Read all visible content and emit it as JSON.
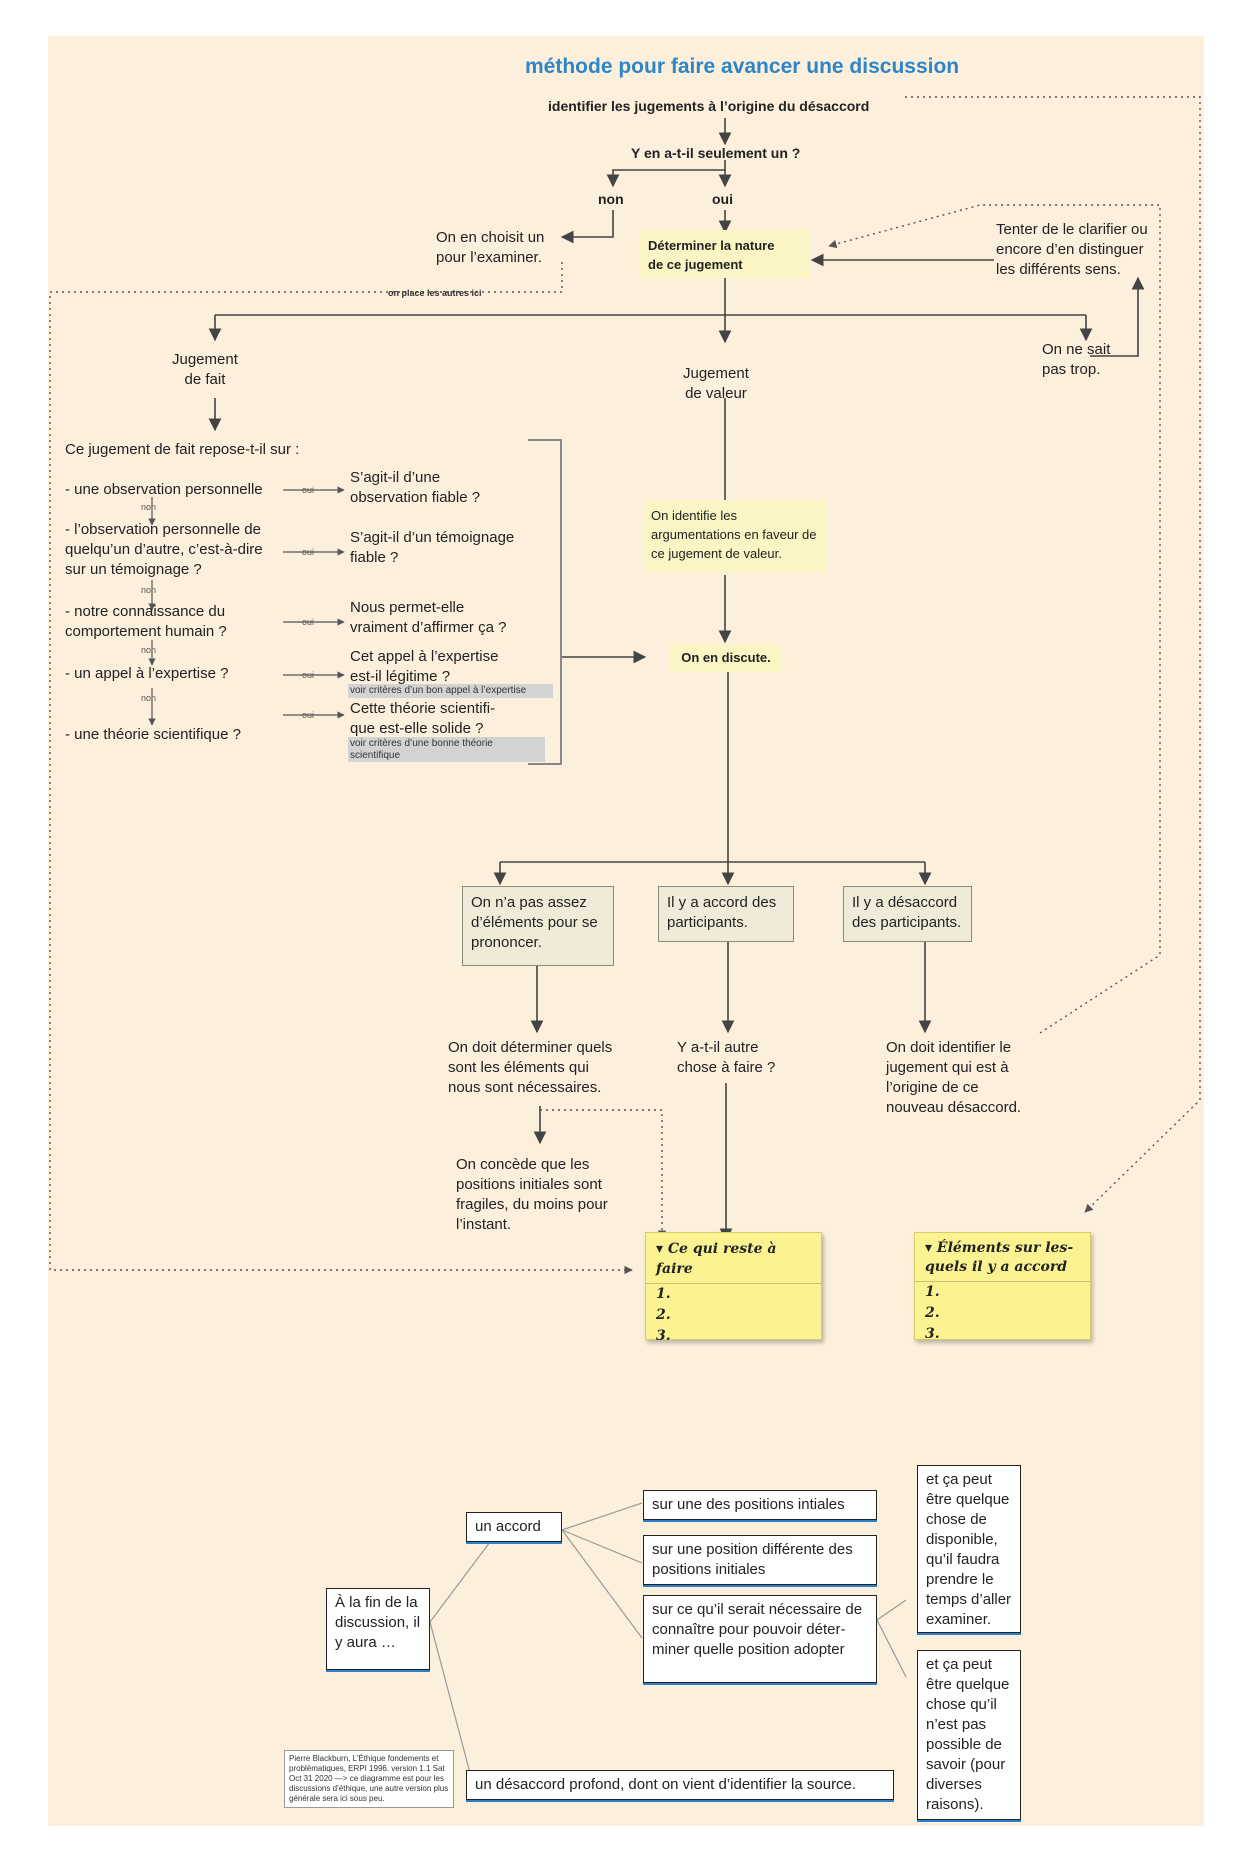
{
  "title": "méthode pour faire avancer une discussion",
  "step1": "identifier les jugements à l’origine du désaccord",
  "q_only_one": "Y en a-t-il seulement un ?",
  "non": "non",
  "oui": "oui",
  "choose_one": [
    "On en choisit un",
    "pour l’examiner."
  ],
  "place_others": "on place les autres ici",
  "determine_nature": [
    "Déterminer la nature",
    "de ce jugement"
  ],
  "clarify": [
    "Tenter de le clarifier ou",
    "encore d’en distinguer",
    "les différents sens."
  ],
  "not_sure": [
    "On ne sait",
    "pas trop."
  ],
  "fact_judgment": [
    "Jugement",
    "de  fait"
  ],
  "value_judgment": [
    "Jugement",
    "de valeur"
  ],
  "fact_question": "Ce jugement de fait repose-t-il sur :",
  "fact_items": [
    [
      "- une observation personnelle"
    ],
    [
      "- l’observation personnelle de",
      "quelqu’un d’autre, c’est-à-dire",
      "sur un témoignage ?"
    ],
    [
      "- notre connaissance du",
      "comportement humain ?"
    ],
    [
      "- un appel à l’expertise ?"
    ],
    [
      "- une théorie scientifique ?"
    ]
  ],
  "fact_checks": [
    [
      "S’agit-il d’une",
      "observation fiable ?"
    ],
    [
      "S’agit-il d’un témoignage",
      "fiable ?"
    ],
    [
      "Nous permet-elle",
      "vraiment d’affirmer ça ?"
    ],
    [
      "Cet appel à l’expertise",
      "est-il légitime ?"
    ],
    [
      "Cette théorie scientifi-",
      "que est-elle solide ?"
    ]
  ],
  "criteria_expertise": "voir critères d’un bon appel à l’expertise",
  "criteria_theory": "voir critères d’une bonne théorie scientifique",
  "identify_args": "On identifie les argumentations en faveur de ce jugement de valeur.",
  "discuss": "On en discute.",
  "outcomes": [
    "On n’a pas assez d’éléments pour se prononcer.",
    "Il y a accord des participants.",
    "Il y a désaccord des participants."
  ],
  "need_elements": [
    "On doit déterminer quels",
    "sont les éléments qui",
    "nous sont nécessaires."
  ],
  "anything_else": [
    "Y a-t-il autre",
    "chose à faire ?"
  ],
  "identify_new": [
    "On doit identifier le",
    "jugement qui est à",
    "l’origine de ce",
    "nouveau désaccord."
  ],
  "concede": [
    "On concède que les",
    "positions initiales sont",
    "fragiles, du moins pour",
    "l’instant."
  ],
  "note_todo": {
    "head": "Ce qui reste à faire",
    "items": [
      "1.",
      "2.",
      "3."
    ]
  },
  "note_agree": {
    "head": "Éléments sur les-quels il y a accord",
    "items": [
      "1.",
      "2.",
      "3."
    ]
  },
  "end": {
    "start": "À la fin de la discussion, il y aura …",
    "agreement": "un accord",
    "a1": "sur une des positions intiales",
    "a2": "sur une position différente des positions initiales",
    "a3": "sur ce qu’il serait nécessaire de connaître pour pouvoir déter-miner quelle position adopter",
    "r1": "et ça peut être quelque chose de disponible, qu’il faudra prendre le temps d’aller examiner.",
    "r2": "et ça peut être quelque chose qu’il n’est pas possible de savoir (pour diverses raisons).",
    "disagreement": "un désaccord profond, dont on vient d’identifier la source."
  },
  "credit": "Pierre Blackburn, L’Éthique fondements et problématiques,  ERPI 1996. version 1.1 Sat Oct 31 2020 —> ce diagramme est pour les discussions d’éthique, une autre version plus générale sera ici sous peu."
}
